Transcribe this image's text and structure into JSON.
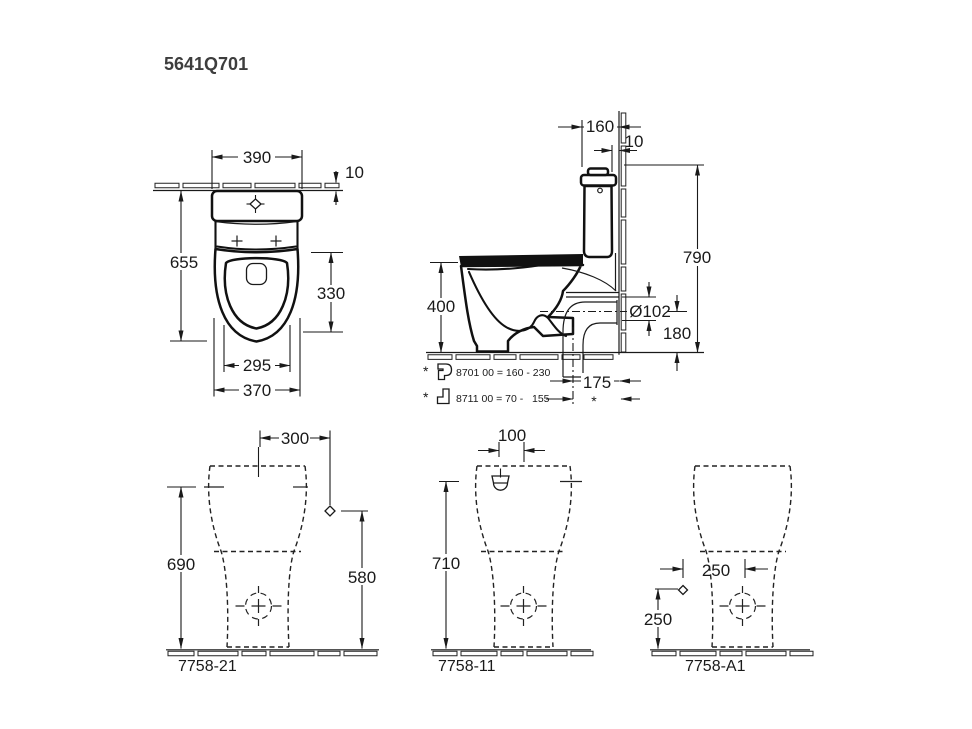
{
  "title": "5641Q701",
  "top_view": {
    "tank_width": "390",
    "wall_thickness": "10",
    "total_depth": "655",
    "bowl_depth": "330",
    "seat_opening_width": "295",
    "bowl_width": "370"
  },
  "side_view": {
    "tank_depth": "160",
    "wall_gap": "10",
    "total_height": "790",
    "seat_height": "400",
    "outlet_diameter": "Ø102",
    "outlet_height": "180",
    "outlet_to_wall": "175",
    "variable_mark": "*",
    "notes": [
      {
        "mark": "*",
        "icon": "horizontal-outlet-icon",
        "text": "8701 00 = 160 - 230"
      },
      {
        "mark": "*",
        "icon": "vertical-outlet-icon",
        "text": "8711 00 = 70 -   155"
      }
    ]
  },
  "variants": [
    {
      "label": "7758-21",
      "supply_offset": "300",
      "total_height": "690",
      "supply_height": "580"
    },
    {
      "label": "7758-11",
      "inlet_offset": "100",
      "total_height": "710"
    },
    {
      "label": "7758-A1",
      "supply_offset": "250",
      "supply_height": "250"
    }
  ]
}
